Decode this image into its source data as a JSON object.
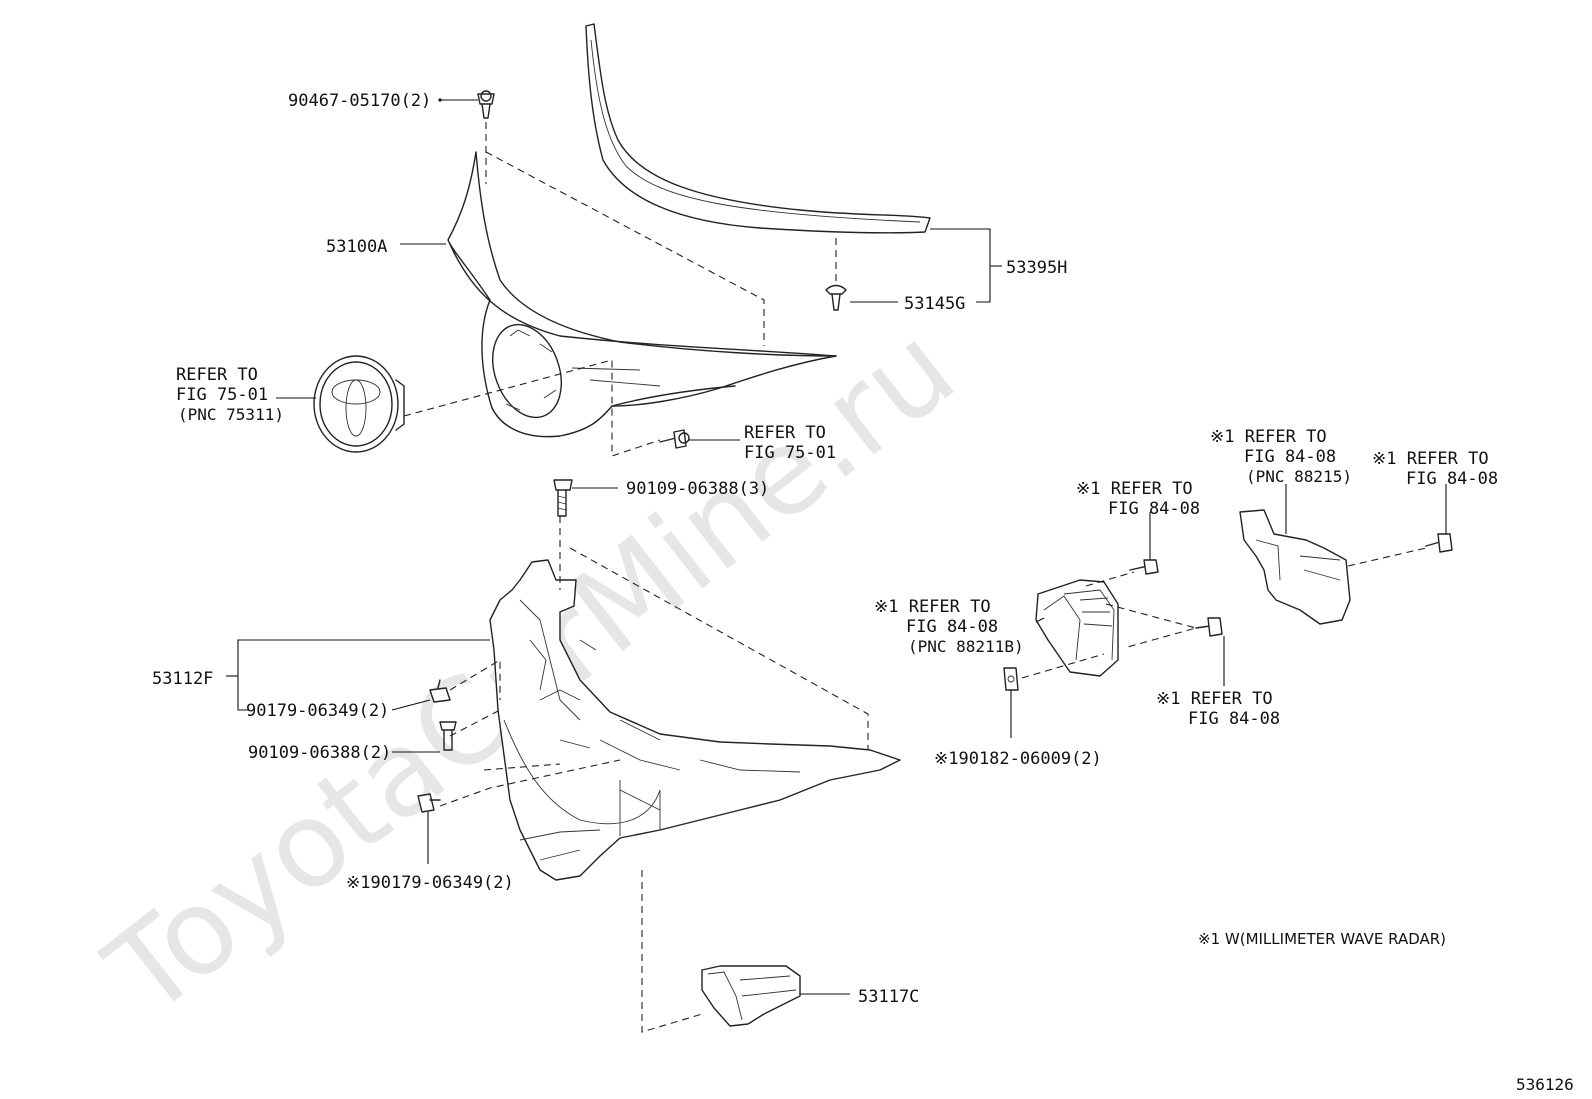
{
  "diagram": {
    "watermark": "ToyotaCarMine.ru",
    "figure_number": "536126",
    "note": "※1 W(MILLIMETER WAVE RADAR)",
    "labels": {
      "clip_90467": "90467-05170(2)",
      "hood_53100A": "53100A",
      "seal_53395H": "53395H",
      "clip_53145G": "53145G",
      "emblem_ref_line1": "REFER TO",
      "emblem_ref_line2": "FIG 75-01",
      "emblem_ref_line3": "(PNC 75311)",
      "screw_ref_line1": "REFER TO",
      "screw_ref_line2": "FIG 75-01",
      "bolt_90109_top": "90109-06388(3)",
      "support_53112F": "53112F",
      "nut_90179": "90179-06349(2)",
      "bolt_90109_left": "90109-06388(2)",
      "nut_90179_r1": "※190179-06349(2)",
      "duct_53117C": "53117C",
      "radar_bolt_line1": "※1 REFER TO",
      "radar_bolt_line2": "FIG 84-08",
      "bracket_ref_line1": "※1 REFER TO",
      "bracket_ref_line2": "FIG 84-08",
      "bracket_ref_line3": "(PNC 88215)",
      "bracket_bolt_line1": "※1 REFER TO",
      "bracket_bolt_line2": "FIG 84-08",
      "radar_ref_line1": "※1 REFER TO",
      "radar_ref_line2": "FIG 84-08",
      "radar_ref_line3": "(PNC 88211B)",
      "radar_nut_line1": "※1 REFER TO",
      "radar_nut_line2": "FIG 84-08",
      "retainer_90182": "※190182-06009(2)"
    }
  }
}
